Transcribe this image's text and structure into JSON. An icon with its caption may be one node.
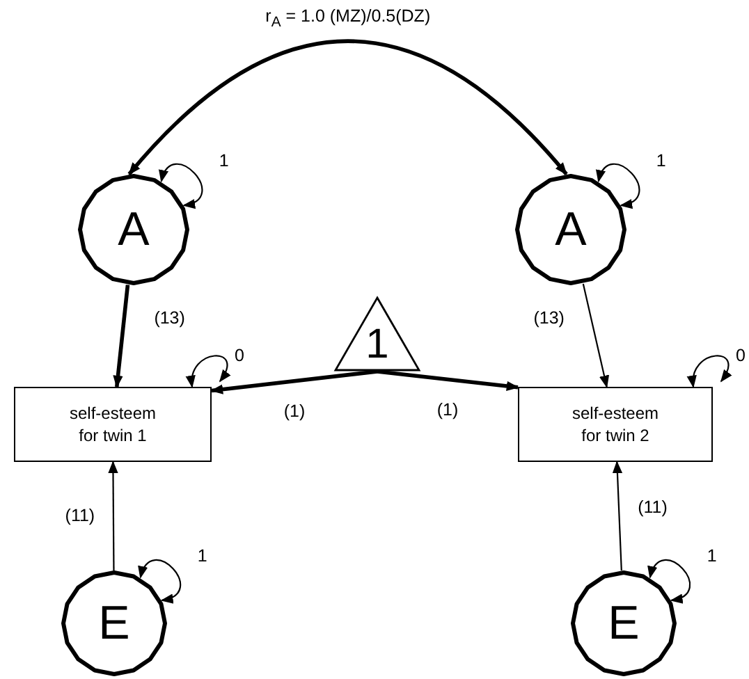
{
  "diagram": {
    "nodes": [
      {
        "text": [
          "A"
        ]
      },
      {
        "text": [
          "A"
        ]
      },
      {
        "text": [
          "1"
        ]
      },
      {
        "text": [
          "self-esteem for twin 1"
        ]
      },
      {
        "text": [
          "self-esteem for twin 2"
        ]
      },
      {
        "text": [
          "E"
        ]
      },
      {
        "text": [
          "E"
        ]
      }
    ],
    "edges": [
      {
        "from": 0,
        "to": 1,
        "arrow": "both",
        "label": "r$_{A}$ = 1.0 (MZ)/0.5(DZ)",
        "style": "thick"
      },
      {
        "from": 0,
        "to": 0,
        "arrow": "both",
        "label": "1"
      },
      {
        "from": 1,
        "to": 1,
        "arrow": "both",
        "label": "1"
      },
      {
        "from": 0,
        "to": 3,
        "arrow": "to",
        "label": "(13)",
        "style": "thick"
      },
      {
        "from": 1,
        "to": 4,
        "arrow": "to",
        "label": "(13)"
      },
      {
        "from": 2,
        "to": 3,
        "arrow": "to",
        "label": "(1)",
        "style": "thick"
      },
      {
        "from": 2,
        "to": 4,
        "arrow": "to",
        "label": "(1)",
        "style": "thick"
      },
      {
        "from": 3,
        "to": 3,
        "arrow": "both",
        "label": "0"
      },
      {
        "from": 4,
        "to": 4,
        "arrow": "both",
        "label": "0"
      },
      {
        "from": 5,
        "to": 3,
        "arrow": "to",
        "label": "(11)"
      },
      {
        "from": 6,
        "to": 4,
        "arrow": "to",
        "label": "(11)"
      },
      {
        "from": 5,
        "to": 5,
        "arrow": "both",
        "label": "1"
      },
      {
        "from": 6,
        "to": 6,
        "arrow": "both",
        "label": "1"
      }
    ]
  }
}
